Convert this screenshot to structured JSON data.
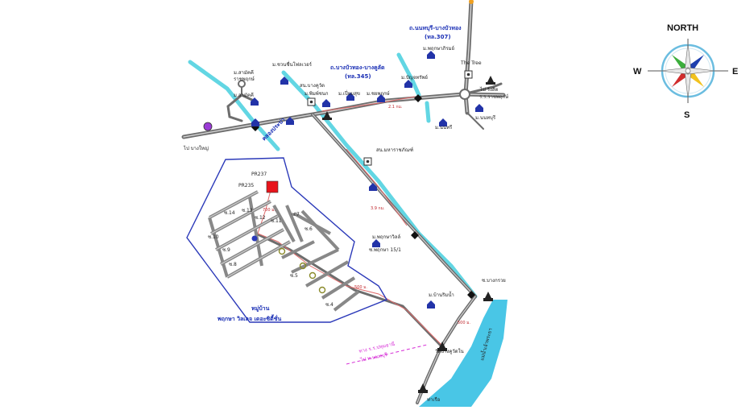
{
  "map": {
    "village_label_line1": "หมู่บ้าน",
    "village_label_line2": "พฤกษา วิลเลจ เดอะซิตี้ชั่น",
    "highway_top": "ถ.นนทบุรี-บางบัวทอง",
    "highway_top_code": "(ทล.307)",
    "road_mid": "ถ.บางบัวทอง-บางคูลัด",
    "road_mid_code": "(ทล.345)",
    "canal_label": "คลองประปา",
    "to_bang_yai": "ไป บางใหญ่",
    "to_rangsit": "ไป รังสิต",
    "school_label": "ร.ร.ราชพฤกษ์",
    "temple_bottom": "วัดบางคูวัดใน",
    "river_label": "แม่น้ำเจ้าพระยา",
    "ferry_label": "ท่าเรือ",
    "labels": [
      "ม.สามัคคี",
      "ราชพฤกษ์",
      "ม.สามัคคี",
      "ม.ชวนชื่นโฟลเวอร์",
      "สน.บางคูวัด",
      "ม.พิมพ์ชนก",
      "ม.เปี่ยมสุข",
      "ม.ชยพฤกษ์",
      "ม.ปัญจทรัพย์",
      "The Tree",
      "ม.พฤกษาภิรมย์",
      "สน.มหาราชภัณฑ์",
      "ม.พฤกษาวิลล์",
      "ซ.พฤกษา 15/1",
      "ม.บ้านริมน้ำ",
      "ม.นนทรี",
      "ม.นนทบุรี",
      "ซ.บางกรวย"
    ],
    "distances": [
      "2.1 กม.",
      "3.9 กม.",
      "500 ม.",
      "700 ม.",
      "500 ม."
    ],
    "plot_labels": [
      "PR237",
      "PR235"
    ],
    "soi_labels": [
      "ซ.14",
      "ซ.13",
      "ซ.12",
      "ซ.11",
      "ซ.10",
      "ซ.9",
      "ซ.8",
      "ซ.7",
      "ซ.6",
      "ซ.5",
      "ซ.4"
    ],
    "dashed_label_line1": "ทาง ร.ร.ปทุมธานี",
    "dashed_label_line2": "ไป ท.นนทบุรี",
    "colors": {
      "road": "#6d6d6d",
      "road_inner": "#cfcfcf",
      "canal": "#62d6e3",
      "river": "#49c6e6",
      "village_border": "#2b39b9",
      "route": "#e06b6b",
      "plot": "#e8141b",
      "label_blue": "#1a2fb5",
      "dashed": "#d62bd6"
    }
  },
  "compass": {
    "north": "NORTH",
    "south": "S",
    "east": "E",
    "west": "W"
  }
}
